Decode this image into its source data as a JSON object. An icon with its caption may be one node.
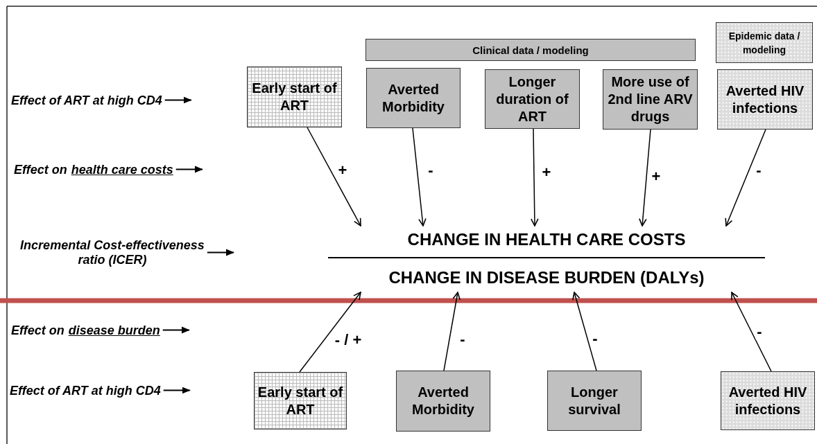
{
  "diagram": {
    "nodes": [
      {
        "text": [
          "Clinical data / modeling"
        ]
      },
      {
        "text": [
          "Epidemic data / modeling"
        ]
      },
      {
        "text": [
          "Early start of ART"
        ]
      },
      {
        "text": [
          "Averted Morbidity"
        ]
      },
      {
        "text": [
          "Longer duration of ART"
        ]
      },
      {
        "text": [
          "More use of 2nd line ARV drugs"
        ]
      },
      {
        "text": [
          "Averted HIV infections"
        ]
      },
      {
        "text": [
          "Effect of ART at high CD4"
        ]
      },
      {
        "text": [
          "Effect on",
          "health care costs"
        ]
      },
      {
        "text": [
          "Incremental Cost-effectiveness ratio (ICER)"
        ]
      },
      {
        "text": [
          "CHANGE IN HEALTH CARE COSTS"
        ]
      },
      {
        "text": [
          "CHANGE IN DISEASE BURDEN (DALYs)"
        ]
      },
      {
        "text": [
          "Effect on",
          "disease burden"
        ]
      },
      {
        "text": [
          "Effect of ART at high CD4"
        ]
      },
      {
        "text": [
          "Early start of ART"
        ]
      },
      {
        "text": [
          "Averted Morbidity"
        ]
      },
      {
        "text": [
          "Longer survival"
        ]
      },
      {
        "text": [
          "Averted HIV infections"
        ]
      }
    ],
    "edges": [
      {
        "from": 7,
        "to": null,
        "arrow": "to"
      },
      {
        "from": 8,
        "to": null,
        "arrow": "to"
      },
      {
        "from": 2,
        "to": 10,
        "label": "+",
        "arrow": "to"
      },
      {
        "from": 3,
        "to": 10,
        "label": "-",
        "arrow": "to"
      },
      {
        "from": 4,
        "to": 10,
        "label": "+",
        "arrow": "to"
      },
      {
        "from": 5,
        "to": 10,
        "label": "+",
        "arrow": "to"
      },
      {
        "from": 6,
        "to": 10,
        "label": "-",
        "arrow": "to"
      },
      {
        "from": 9,
        "to": null,
        "arrow": "to"
      },
      {
        "from": 12,
        "to": null,
        "arrow": "to"
      },
      {
        "from": 13,
        "to": null,
        "arrow": "to"
      },
      {
        "from": 14,
        "to": 11,
        "label": "- / +",
        "arrow": "to"
      },
      {
        "from": 15,
        "to": 11,
        "label": "-",
        "arrow": "to"
      },
      {
        "from": 16,
        "to": 11,
        "label": "-",
        "arrow": "to"
      },
      {
        "from": 17,
        "to": 11,
        "label": "-",
        "arrow": "to"
      }
    ]
  }
}
